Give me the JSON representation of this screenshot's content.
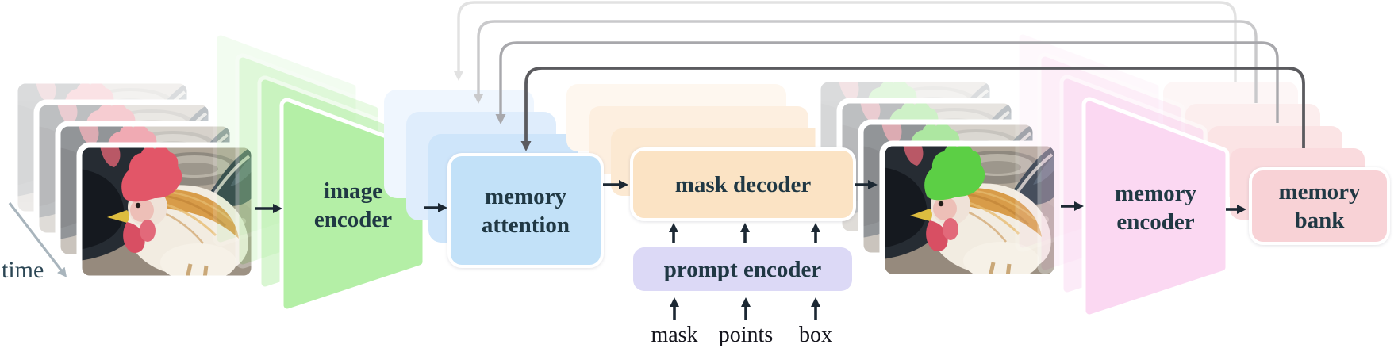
{
  "diagram": {
    "type": "architecture-flow-diagram",
    "nodes": {
      "image_encoder": {
        "lines": [
          "image",
          "encoder"
        ],
        "color": "#b4efa6",
        "shape": "trapezoid"
      },
      "memory_attention": {
        "lines": [
          "memory",
          "attention"
        ],
        "color": "#c2e1f8",
        "shape": "rounded-box"
      },
      "mask_decoder": {
        "lines": [
          "mask decoder"
        ],
        "color": "#fbe3c4",
        "shape": "rounded-box"
      },
      "prompt_encoder": {
        "lines": [
          "prompt encoder"
        ],
        "color": "#dcd9f6",
        "shape": "rounded-box"
      },
      "memory_encoder": {
        "lines": [
          "memory",
          "encoder"
        ],
        "color": "#fbd8f2",
        "shape": "trapezoid"
      },
      "memory_bank": {
        "lines": [
          "memory",
          "bank"
        ],
        "color": "#f8d2d6",
        "shape": "rounded-box"
      }
    },
    "prompt_inputs": [
      {
        "label": "mask"
      },
      {
        "label": "points"
      },
      {
        "label": "box"
      }
    ],
    "annotations": {
      "time_label": "time"
    },
    "images": {
      "input_frames": "stack of video frames showing a rooster",
      "output_frames": "stack of video frames of the same rooster with a green segmentation mask on its comb"
    },
    "colors": {
      "label_text": "#203844",
      "prompt_input_text": "#15151d",
      "time_text": "#2b4654",
      "black_arrow": "#1c2833",
      "feedback_line_1": "#e2e2e2",
      "feedback_line_2": "#c9c9cb",
      "feedback_line_3": "#a8a8ac",
      "feedback_line_4": "#5b5b5f",
      "time_arrow": "#a9b5bd",
      "mask_highlight": "#5ccf45",
      "background": "#ffffff"
    }
  }
}
